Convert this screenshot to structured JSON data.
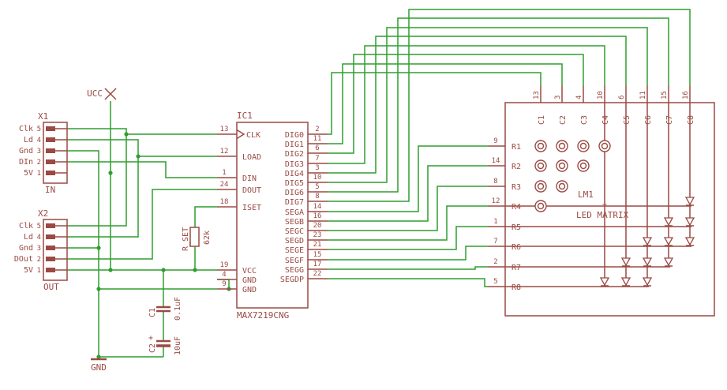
{
  "power": {
    "vcc": "UCC",
    "gnd": "GND"
  },
  "x1": {
    "ref": "X1",
    "caption": "IN",
    "pins": [
      {
        "num": "5",
        "label": "Clk"
      },
      {
        "num": "4",
        "label": "Ld"
      },
      {
        "num": "3",
        "label": "Gnd"
      },
      {
        "num": "2",
        "label": "DIn"
      },
      {
        "num": "1",
        "label": "5V"
      }
    ]
  },
  "x2": {
    "ref": "X2",
    "caption": "OUT",
    "pins": [
      {
        "num": "5",
        "label": "Clk"
      },
      {
        "num": "4",
        "label": "Ld"
      },
      {
        "num": "3",
        "label": "Gnd"
      },
      {
        "num": "2",
        "label": "DOut"
      },
      {
        "num": "1",
        "label": "5V"
      }
    ]
  },
  "ic1": {
    "ref": "IC1",
    "part": "MAX7219CNG",
    "left_pins": [
      {
        "num": "13",
        "name": "CLK"
      },
      {
        "num": "12",
        "name": "LOAD"
      },
      {
        "num": "1",
        "name": "DIN"
      },
      {
        "num": "24",
        "name": "DOUT"
      },
      {
        "num": "18",
        "name": "ISET"
      },
      {
        "num": "19",
        "name": "VCC"
      },
      {
        "num": "4",
        "name": "GND"
      },
      {
        "num": "9",
        "name": "GND"
      }
    ],
    "right_pins": [
      {
        "num": "2",
        "name": "DIG0"
      },
      {
        "num": "11",
        "name": "DIG1"
      },
      {
        "num": "6",
        "name": "DIG2"
      },
      {
        "num": "7",
        "name": "DIG3"
      },
      {
        "num": "3",
        "name": "DIG4"
      },
      {
        "num": "10",
        "name": "DIG5"
      },
      {
        "num": "5",
        "name": "DIG6"
      },
      {
        "num": "8",
        "name": "DIG7"
      },
      {
        "num": "14",
        "name": "SEGA"
      },
      {
        "num": "16",
        "name": "SEGB"
      },
      {
        "num": "20",
        "name": "SEGC"
      },
      {
        "num": "23",
        "name": "SEGD"
      },
      {
        "num": "21",
        "name": "SEGE"
      },
      {
        "num": "15",
        "name": "SEGF"
      },
      {
        "num": "17",
        "name": "SEGG"
      },
      {
        "num": "22",
        "name": "SEGDP"
      }
    ]
  },
  "rset": {
    "name": "R_SET",
    "value": "62k"
  },
  "c1": {
    "name": "C1",
    "value": "0.1uF"
  },
  "c2": {
    "name": "C2",
    "value": "10uF",
    "polarity": "+"
  },
  "lm1": {
    "ref": "LM1",
    "origin_mark": "+",
    "caption": "LED MATRIX",
    "col_pins": [
      {
        "name": "C1",
        "num": "13"
      },
      {
        "name": "C2",
        "num": "3"
      },
      {
        "name": "C3",
        "num": "4"
      },
      {
        "name": "C4",
        "num": "10"
      },
      {
        "name": "C5",
        "num": "6"
      },
      {
        "name": "C6",
        "num": "11"
      },
      {
        "name": "C7",
        "num": "15"
      },
      {
        "name": "C8",
        "num": "16"
      }
    ],
    "row_pins": [
      {
        "name": "R1",
        "num": "9"
      },
      {
        "name": "R2",
        "num": "14"
      },
      {
        "name": "R3",
        "num": "8"
      },
      {
        "name": "R4",
        "num": "12"
      },
      {
        "name": "R5",
        "num": "1"
      },
      {
        "name": "R6",
        "num": "7"
      },
      {
        "name": "R7",
        "num": "2"
      },
      {
        "name": "R8",
        "num": "5"
      }
    ]
  },
  "colors": {
    "cmp": "#9a4a43",
    "net": "#2f9e2f",
    "bg": "#ffffff"
  }
}
